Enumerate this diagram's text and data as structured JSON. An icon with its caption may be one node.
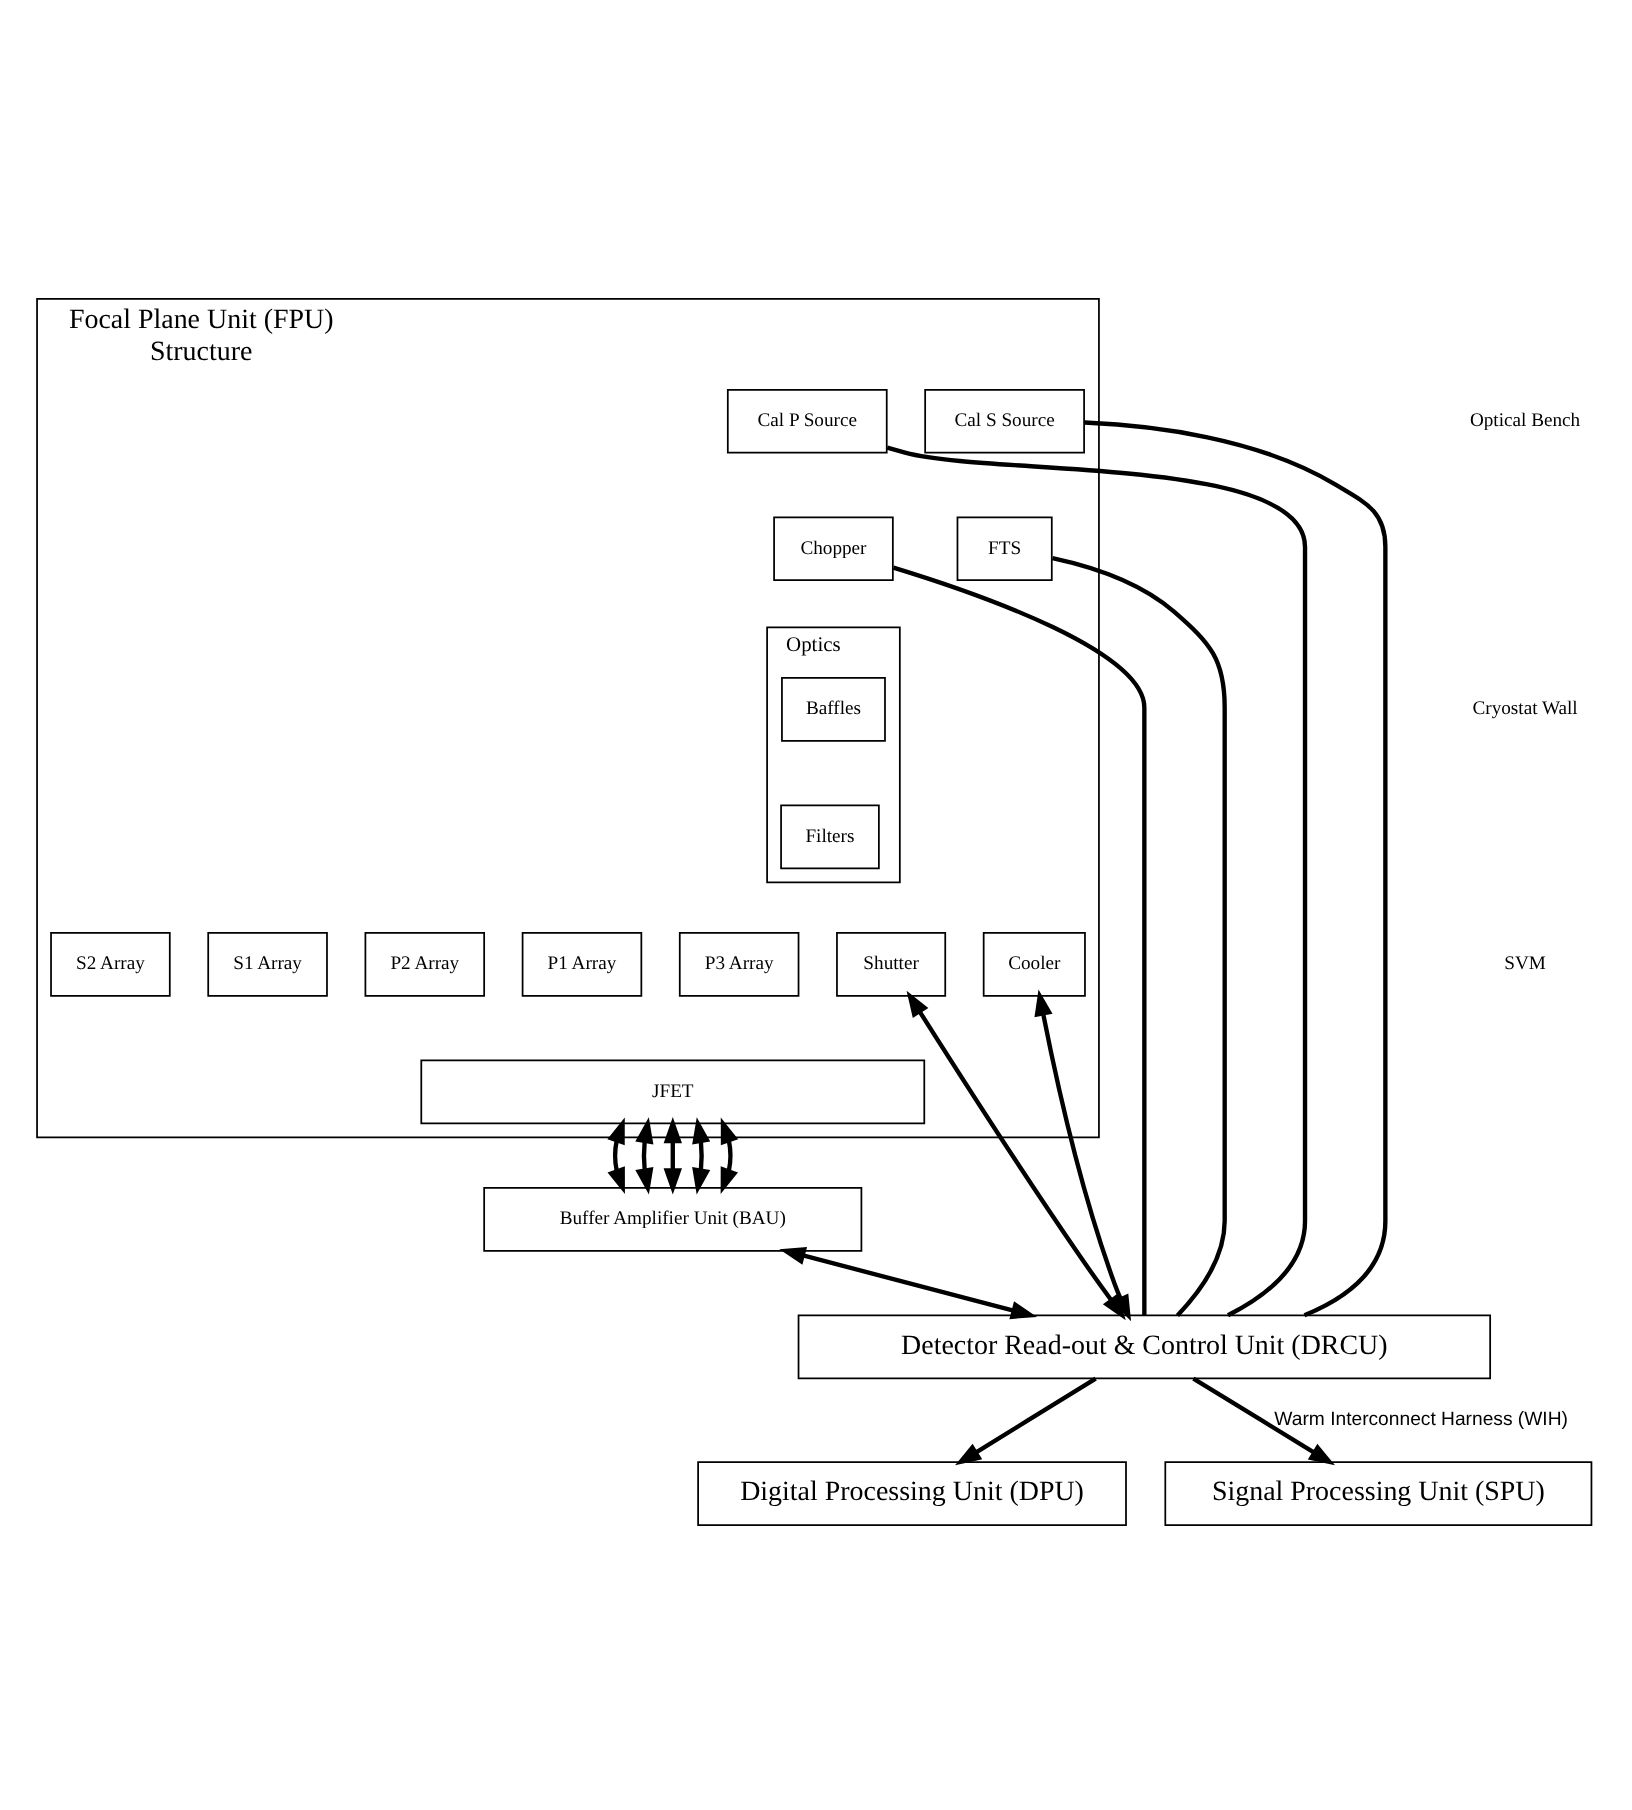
{
  "diagram": {
    "nodes": [
      {
        "text": [
          "Focal Plane Unit (FPU)",
          "Structure"
        ]
      },
      {
        "text": [
          "Cal P Source"
        ],
        "in": 0
      },
      {
        "text": [
          "Cal S Source"
        ],
        "in": 0
      },
      {
        "text": [
          "Chopper"
        ],
        "in": 0
      },
      {
        "text": [
          "FTS"
        ],
        "in": 0
      },
      {
        "text": [
          "Optics"
        ],
        "in": 0
      },
      {
        "text": [
          "Baffles"
        ],
        "in": 5
      },
      {
        "text": [
          "Filters"
        ],
        "in": 5
      },
      {
        "text": [
          "Shutter"
        ],
        "in": 0
      },
      {
        "text": [
          "Cooler"
        ],
        "in": 0
      },
      {
        "text": [
          "P1 Array"
        ],
        "in": 0
      },
      {
        "text": [
          "P2 Array"
        ],
        "in": 0
      },
      {
        "text": [
          "P3 Array"
        ],
        "in": 0
      },
      {
        "text": [
          "S1 Array"
        ],
        "in": 0
      },
      {
        "text": [
          "S2 Array"
        ],
        "in": 0
      },
      {
        "text": [
          "JFET"
        ],
        "in": 0
      },
      {
        "text": [
          "Buffer Amplifier Unit (BAU)"
        ]
      },
      {
        "text": [
          "Detector Read-out & Control Unit (DRCU)"
        ]
      },
      {
        "text": [
          "Digital Processing Unit (DPU)"
        ]
      },
      {
        "text": [
          "Signal Processing Unit (SPU)"
        ]
      }
    ],
    "edges": [
      {
        "from": 1,
        "to": 17,
        "arrow": "none"
      },
      {
        "from": 3,
        "to": 17,
        "arrow": "none"
      },
      {
        "from": 2,
        "to": 17,
        "arrow": "none"
      },
      {
        "from": 4,
        "to": 17,
        "arrow": "none"
      },
      {
        "from": 8,
        "to": 17,
        "arrow": "both"
      },
      {
        "from": 9,
        "to": 17,
        "arrow": "both"
      },
      {
        "from": 15,
        "to": 16,
        "arrow": "both"
      },
      {
        "from": 15,
        "to": 16,
        "arrow": "both"
      },
      {
        "from": 15,
        "to": 16,
        "arrow": "both"
      },
      {
        "from": 15,
        "to": 16,
        "arrow": "both"
      },
      {
        "from": 15,
        "to": 16,
        "arrow": "both"
      },
      {
        "from": 16,
        "to": 17,
        "arrow": "both"
      },
      {
        "from": 17,
        "to": 18,
        "arrow": "to"
      },
      {
        "from": 17,
        "to": 19,
        "arrow": "to",
        "label": "Warm Interconnect Harness (WIH)"
      }
    ],
    "labels": [
      "Optical Bench",
      "Cryostat Wall",
      "SVM"
    ]
  }
}
